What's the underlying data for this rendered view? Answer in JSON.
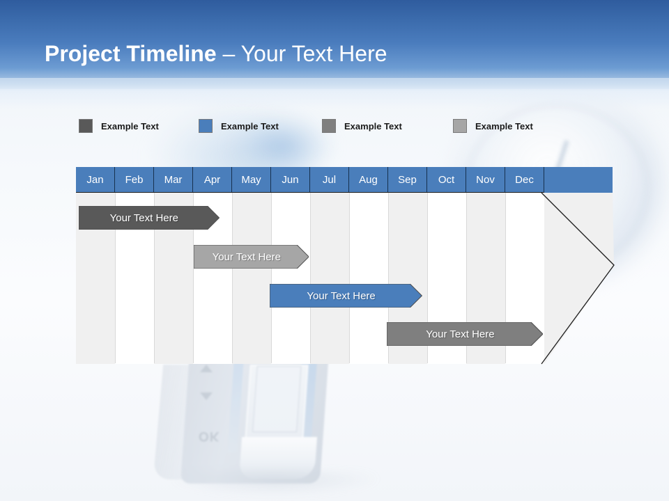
{
  "slide": {
    "title_strong": "Project Timeline",
    "title_light": " – Your Text Here",
    "accent_color": "#4A7EBB"
  },
  "legend": {
    "items": [
      {
        "label": "Example Text",
        "color": "#595959",
        "icon": "legend-swatch-icon"
      },
      {
        "label": "Example Text",
        "color": "#4A7EBB",
        "icon": "legend-swatch-icon"
      },
      {
        "label": "Example Text",
        "color": "#7F7F7F",
        "icon": "legend-swatch-icon"
      },
      {
        "label": "Example Text",
        "color": "#A6A6A6",
        "icon": "legend-swatch-icon"
      }
    ]
  },
  "chart_data": {
    "type": "bar",
    "title": "Project Timeline – Your Text Here",
    "xlabel": "",
    "ylabel": "",
    "categories": [
      "Jan",
      "Feb",
      "Mar",
      "Apr",
      "May",
      "Jun",
      "Jul",
      "Aug",
      "Sep",
      "Oct",
      "Nov",
      "Dec"
    ],
    "legend_position": "top",
    "grid": true,
    "series": [
      {
        "name": "Example Text",
        "label": "Your  Text Here",
        "color": "#595959",
        "start_month": "Jan",
        "end_month": "Apr",
        "start_index": 0,
        "end_index": 3.6,
        "row": 1
      },
      {
        "name": "Example Text",
        "label": "Your  Text Here",
        "color": "#A6A6A6",
        "start_month": "Apr",
        "end_month": "Jun",
        "start_index": 2.95,
        "end_index": 5.9,
        "row": 2
      },
      {
        "name": "Example Text",
        "label": "Your  Text Here",
        "color": "#4A7EBB",
        "start_month": "Jun",
        "end_month": "Sep",
        "start_index": 4.9,
        "end_index": 8.8,
        "row": 3
      },
      {
        "name": "Example Text",
        "label": "Your  Text Here",
        "color": "#7F7F7F",
        "start_month": "Sep",
        "end_month": "Dec",
        "start_index": 7.9,
        "end_index": 11.9,
        "row": 4
      }
    ]
  },
  "months": [
    {
      "label": "Jan"
    },
    {
      "label": "Feb"
    },
    {
      "label": "Mar"
    },
    {
      "label": "Apr"
    },
    {
      "label": "May"
    },
    {
      "label": "Jun"
    },
    {
      "label": "Jul"
    },
    {
      "label": "Aug"
    },
    {
      "label": "Sep"
    },
    {
      "label": "Oct"
    },
    {
      "label": "Nov"
    },
    {
      "label": "Dec"
    }
  ],
  "bars": [
    {
      "label": "Your  Text Here"
    },
    {
      "label": "Your  Text Here"
    },
    {
      "label": "Your  Text Here"
    },
    {
      "label": "Your  Text Here"
    }
  ]
}
